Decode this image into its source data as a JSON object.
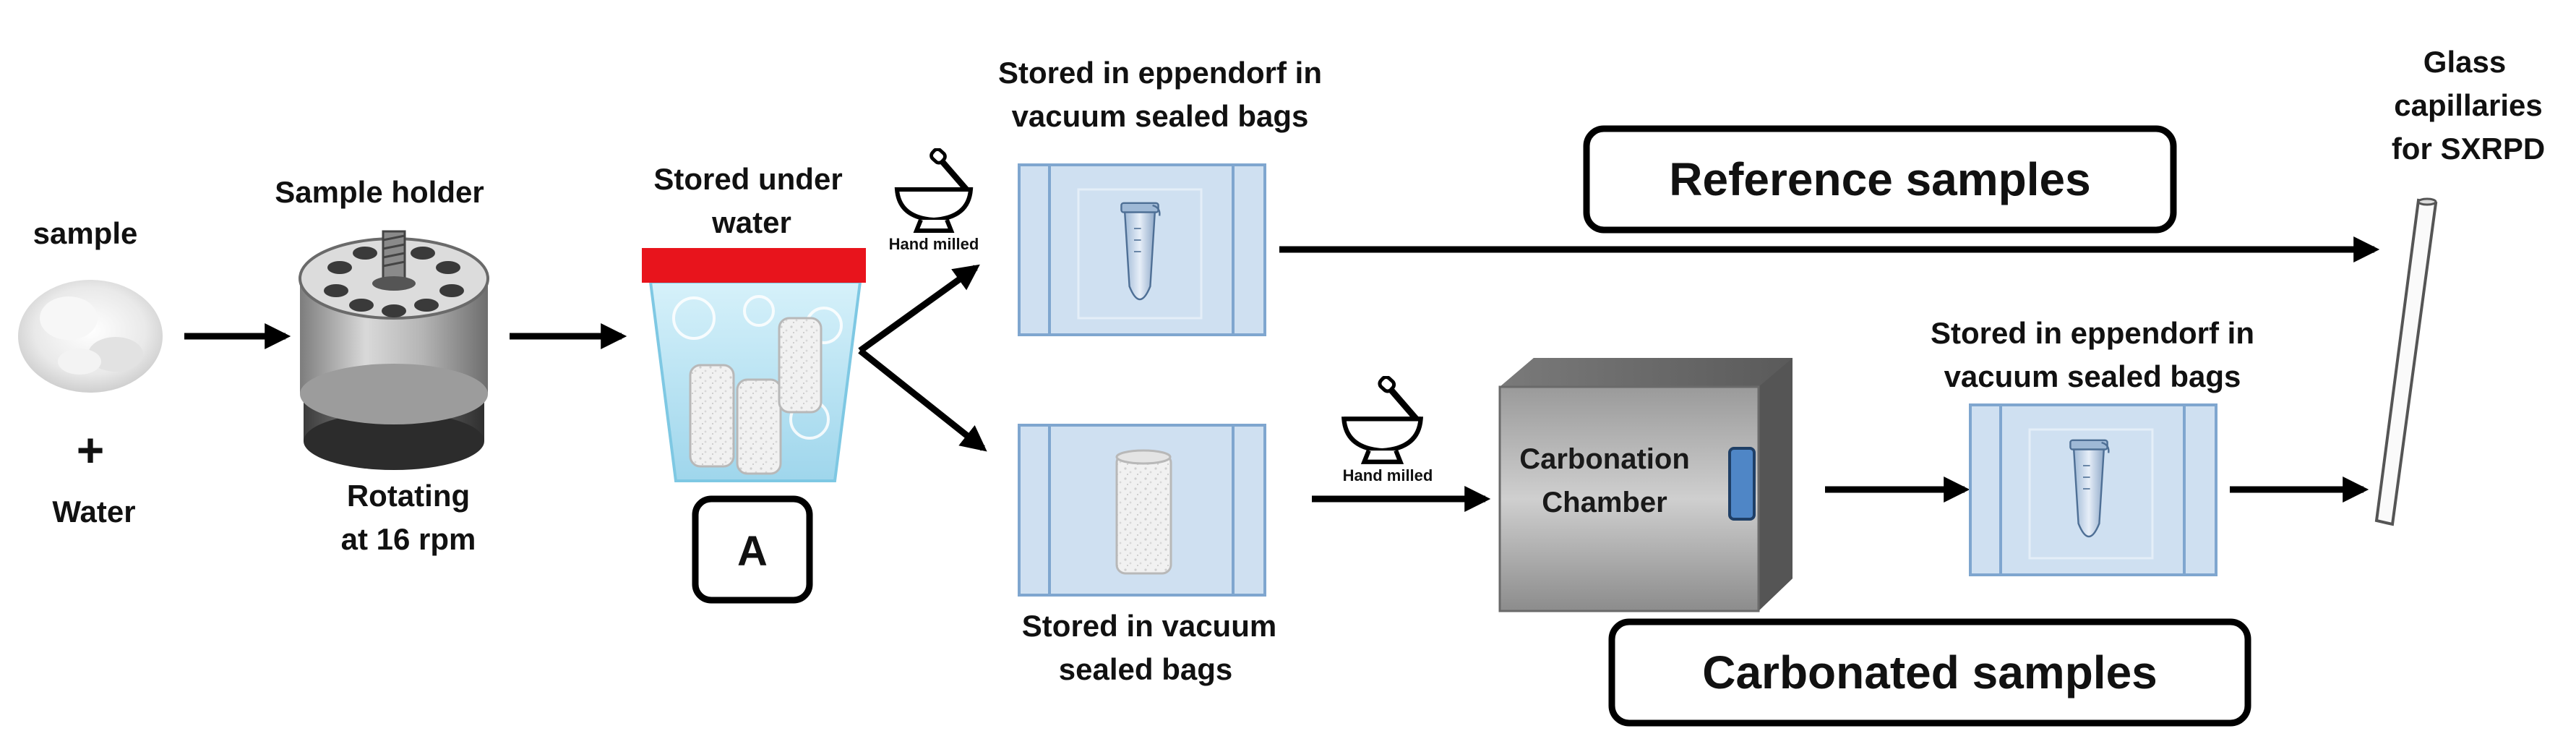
{
  "sample": {
    "label": "sample",
    "plus": "+",
    "water": "Water"
  },
  "holder": {
    "title": "Sample holder",
    "caption_line1": "Rotating",
    "caption_line2": "at 16 rpm"
  },
  "storage_water": {
    "title_line1": "Stored under",
    "title_line2": "water",
    "badge": "A"
  },
  "top_bag": {
    "title_line1": "Stored in eppendorf in",
    "title_line2": "vacuum sealed bags",
    "mill_label": "Hand milled"
  },
  "bottom_bag": {
    "caption_line1": "Stored in vacuum",
    "caption_line2": "sealed bags"
  },
  "mill_mid": {
    "label": "Hand milled"
  },
  "chamber": {
    "line1": "Carbonation",
    "line2": "Chamber"
  },
  "right_bag": {
    "title_line1": "Stored in eppendorf in",
    "title_line2": "vacuum sealed bags"
  },
  "capillary": {
    "line1": "Glass",
    "line2": "capillaries",
    "line3": "for SXRPD"
  },
  "boxes": {
    "reference": "Reference samples",
    "carbonated": "Carbonated samples"
  },
  "colors": {
    "lid": "#e8141c",
    "bag_fill": "#cfe0f1",
    "bag_stroke": "#7fa6cf",
    "chamber_button": "#4f86c6",
    "water": "#a9dcef"
  }
}
